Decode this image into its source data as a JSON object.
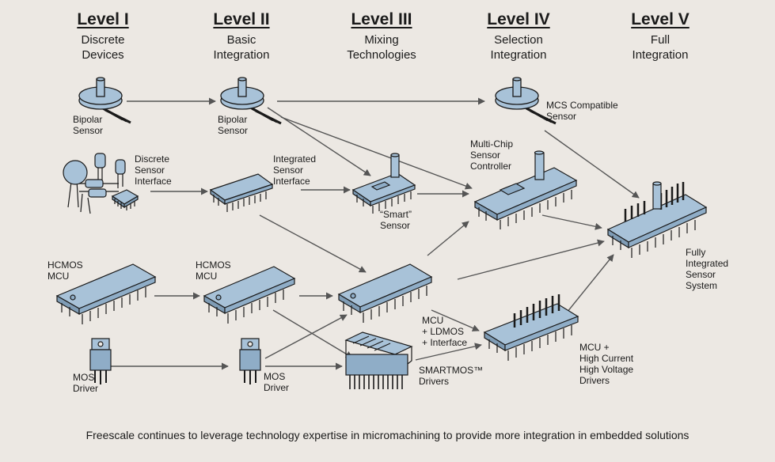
{
  "levels": [
    {
      "title": "Level I",
      "subtitle": [
        "Discrete",
        "Devices"
      ]
    },
    {
      "title": "Level II",
      "subtitle": [
        "Basic",
        "Integration"
      ]
    },
    {
      "title": "Level III",
      "subtitle": [
        "Mixing",
        "Technologies"
      ]
    },
    {
      "title": "Level IV",
      "subtitle": [
        "Selection",
        "Integration"
      ]
    },
    {
      "title": "Level V",
      "subtitle": [
        "Full",
        "Integration"
      ]
    }
  ],
  "labels": {
    "bipolar_sensor_1": [
      "Bipolar",
      "Sensor"
    ],
    "bipolar_sensor_2": [
      "Bipolar",
      "Sensor"
    ],
    "mcs_sensor": [
      "MCS Compatible",
      "Sensor"
    ],
    "discrete_interface": [
      "Discrete",
      "Sensor",
      "Interface"
    ],
    "integrated_interface": [
      "Integrated",
      "Sensor",
      "Interface"
    ],
    "smart_sensor": [
      "“Smart”",
      "Sensor"
    ],
    "multichip": [
      "Multi-Chip",
      "Sensor",
      "Controller"
    ],
    "hcmos_1": [
      "HCMOS",
      "MCU"
    ],
    "hcmos_2": [
      "HCMOS",
      "MCU"
    ],
    "mcu_ldmos": [
      "MCU",
      "+ LDMOS",
      "+ Interface"
    ],
    "mos_driver_1": [
      "MOS",
      "Driver"
    ],
    "mos_driver_2": [
      "MOS",
      "Driver"
    ],
    "smartmos": [
      "SMARTMOS™",
      "Drivers"
    ],
    "mcu_high": [
      "MCU +",
      "High Current",
      "High Voltage",
      "Drivers"
    ],
    "fully_integrated": [
      "Fully",
      "Integrated",
      "Sensor",
      "System"
    ]
  },
  "caption": "Freescale continues to leverage technology expertise in micromachining to provide more integration in embedded solutions",
  "colors": {
    "background": "#ece8e3",
    "chip": "#a8c2d8",
    "outline": "#1a1a1a",
    "arrow": "#555555"
  }
}
